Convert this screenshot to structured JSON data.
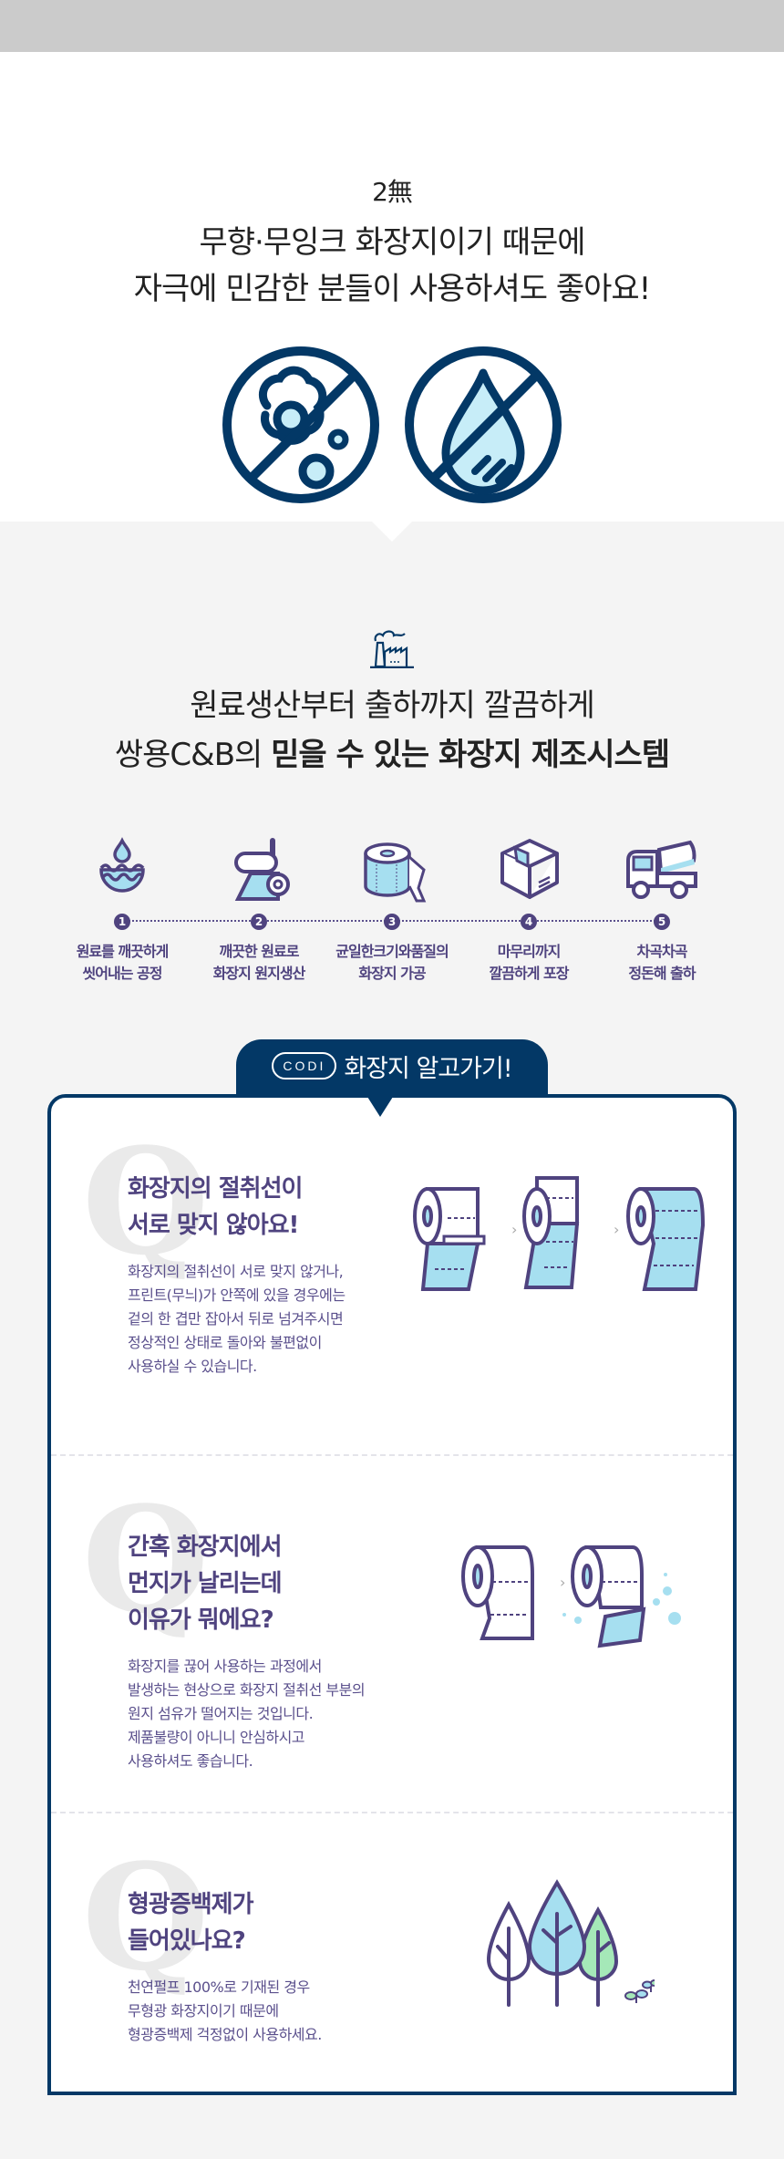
{
  "free_section": {
    "small_title": "2無",
    "headline_line1": "무향·무잉크 화장지이기 때문에",
    "headline_line2": "자극에 민감한 분들이 사용하셔도 좋아요!",
    "icons": [
      "no-fragrance-icon",
      "no-ink-icon"
    ]
  },
  "process_section": {
    "headline_line1": "원료생산부터 출하까지 깔끔하게",
    "headline_line2_regular": "쌍용C&B의 ",
    "headline_line2_bold": "믿을 수 있는 화장지 제조시스템",
    "steps": [
      {
        "num": "1",
        "line1": "원료를 깨끗하게",
        "line2": "씻어내는 공정",
        "icon": "water-drop-icon"
      },
      {
        "num": "2",
        "line1": "깨끗한 원료로",
        "line2": "화장지 원지생산",
        "icon": "paper-machine-icon"
      },
      {
        "num": "3",
        "line1": "균일한크기와품질의",
        "line2": "화장지 가공",
        "icon": "toilet-roll-icon"
      },
      {
        "num": "4",
        "line1": "마무리까지",
        "line2": "깔끔하게 포장",
        "icon": "box-icon"
      },
      {
        "num": "5",
        "line1": "차곡차곡",
        "line2": "정돈해 출하",
        "icon": "truck-icon"
      }
    ]
  },
  "faq": {
    "brand_badge": "CODI",
    "tab_title": "화장지 알고가기!",
    "q_mark": "Q",
    "items": [
      {
        "title_lines": [
          "화장지의 절취선이",
          "서로 맞지 않아요!"
        ],
        "answer_lines": [
          "화장지의 절취선이 서로 맞지 않거나,",
          "프린트(무늬)가 안쪽에 있을 경우에는",
          "겉의 한 겹만 잡아서 뒤로 넘겨주시면",
          "정상적인 상태로 돌아와 불편없이",
          "사용하실 수 있습니다."
        ]
      },
      {
        "title_lines": [
          "간혹 화장지에서",
          "먼지가 날리는데",
          "이유가 뭐에요?"
        ],
        "answer_lines": [
          "화장지를 끊어 사용하는 과정에서",
          "발생하는 현상으로 화장지 절취선 부분의",
          "원지 섬유가 떨어지는 것입니다.",
          "제품불량이 아니니 안심하시고",
          "사용하셔도 좋습니다."
        ]
      },
      {
        "title_lines": [
          "형광증백제가",
          "들어있나요?"
        ],
        "answer_lines": [
          "천연펄프 100%로 기재된 경우",
          "무형광 화장지이기 때문에",
          "형광증백제 걱정없이 사용하세요."
        ]
      }
    ]
  },
  "colors": {
    "navy": "#033866",
    "purple": "#4f437f",
    "light_blue": "#a6dff0",
    "mint": "#a5e8b8",
    "gray_bar": "#cbcbcb",
    "bg_gray": "#f4f4f4"
  }
}
